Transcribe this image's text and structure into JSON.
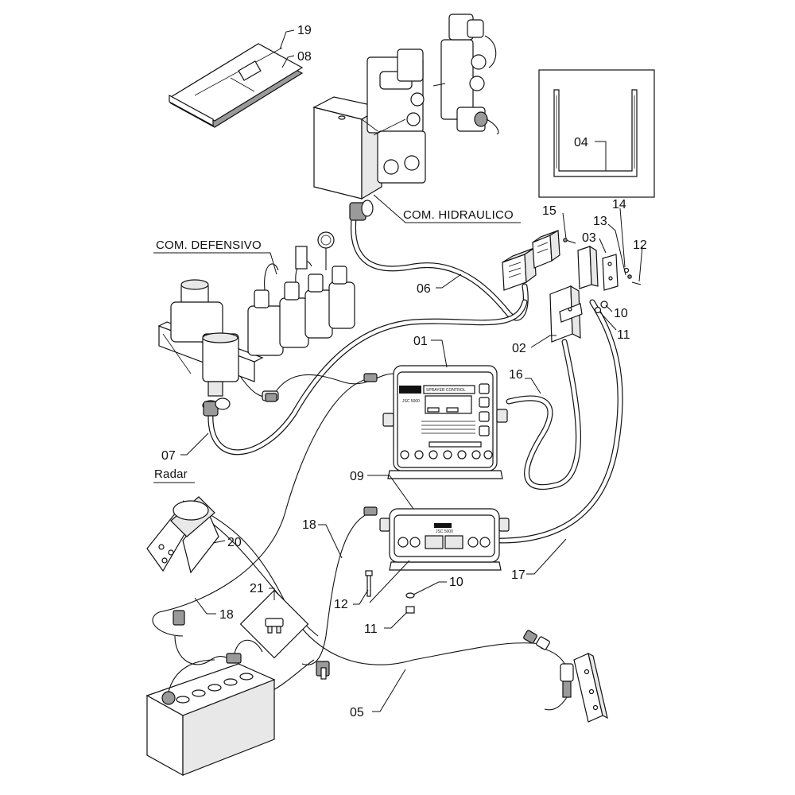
{
  "callouts": {
    "c19": "19",
    "c08": "08",
    "c04": "04",
    "c15": "15",
    "c14": "14",
    "c13": "13",
    "c03": "03",
    "c12a": "12",
    "c06": "06",
    "c10a": "10",
    "c11a": "11",
    "c02": "02",
    "c01": "01",
    "c16": "16",
    "c07": "07",
    "c09": "09",
    "c18a": "18",
    "c20": "20",
    "c17": "17",
    "c21": "21",
    "c12b": "12",
    "c10b": "10",
    "c18b": "18",
    "c11b": "11",
    "c05": "05"
  },
  "labels": {
    "com_hidraulico": "COM. HIDRAULICO",
    "com_defensivo": "COM. DEFENSIVO",
    "radar": "Radar"
  },
  "panel_text": {
    "monitor_header": "SPRAYER CONTROL",
    "monitor_model": "JSC 5000",
    "switchbox_model": "JSC 5000"
  }
}
